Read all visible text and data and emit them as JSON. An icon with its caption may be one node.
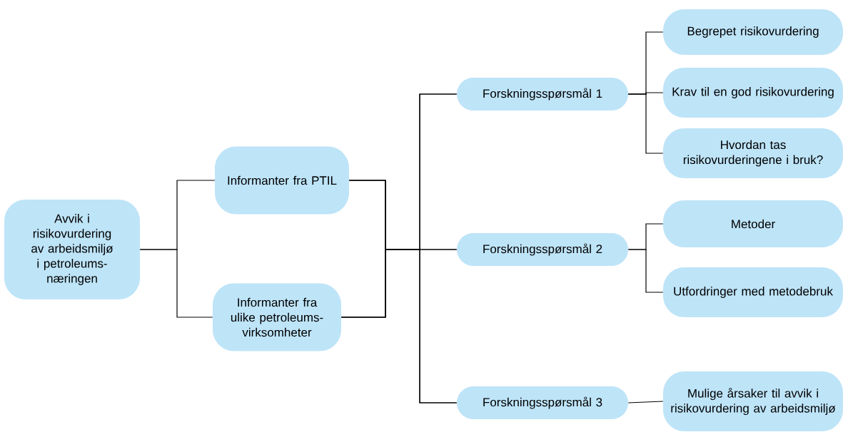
{
  "diagram": {
    "nodes": [
      {
        "text": [
          "Avvik i risikovurdering av arbeidsmiljø i petroleums- næringen"
        ]
      },
      {
        "text": [
          "Informanter fra PTIL"
        ]
      },
      {
        "text": [
          "Informanter fra ulike petroleums- virksomheter"
        ]
      },
      {
        "text": [
          "Forskningsspørsmål 1"
        ]
      },
      {
        "text": [
          "Forskningsspørsmål 2"
        ]
      },
      {
        "text": [
          "Forskningsspørsmål 3"
        ]
      },
      {
        "text": [
          "Begrepet risikovurdering"
        ]
      },
      {
        "text": [
          "Krav til en god risikovurdering"
        ]
      },
      {
        "text": [
          "Hvordan tas risikovurderingene i bruk?"
        ]
      },
      {
        "text": [
          "Metoder"
        ]
      },
      {
        "text": [
          "Utfordringer med metodebruk"
        ]
      },
      {
        "text": [
          "Mulige årsaker til avvik i risikovurdering av arbeidsmiljø"
        ]
      }
    ],
    "edges": [
      {
        "from": 0,
        "to": 1,
        "arrow": "none"
      },
      {
        "from": 0,
        "to": 2,
        "arrow": "none"
      },
      {
        "from": 1,
        "to": 3,
        "arrow": "none"
      },
      {
        "from": 1,
        "to": 4,
        "arrow": "none"
      },
      {
        "from": 1,
        "to": 5,
        "arrow": "none"
      },
      {
        "from": 2,
        "to": 3,
        "arrow": "none"
      },
      {
        "from": 2,
        "to": 4,
        "arrow": "none"
      },
      {
        "from": 2,
        "to": 5,
        "arrow": "none"
      },
      {
        "from": 3,
        "to": 6,
        "arrow": "none"
      },
      {
        "from": 3,
        "to": 7,
        "arrow": "none"
      },
      {
        "from": 3,
        "to": 8,
        "arrow": "none"
      },
      {
        "from": 4,
        "to": 9,
        "arrow": "none"
      },
      {
        "from": 4,
        "to": 10,
        "arrow": "none"
      },
      {
        "from": 5,
        "to": 11,
        "arrow": "none"
      }
    ]
  }
}
